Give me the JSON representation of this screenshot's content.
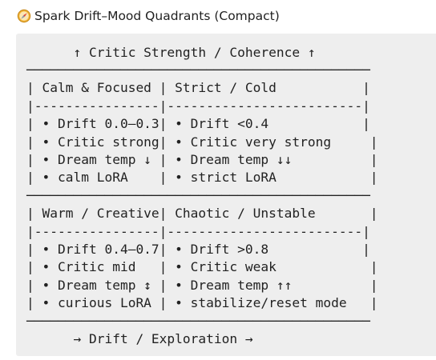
{
  "header": {
    "icon": "compass-icon",
    "title": "Spark Drift–Mood Quadrants (Compact)"
  },
  "diagram": {
    "lines": [
      "      ↑ Critic Strength / Coherence ↑",
      "────────────────────────────────────────────",
      "| Calm & Focused | Strict / Cold           |",
      "|----------------|-------------------------|",
      "| • Drift 0.0–0.3| • Drift <0.4            |",
      "| • Critic strong| • Critic very strong     |",
      "| • Dream temp ↓ | • Dream temp ↓↓          |",
      "| • calm LoRA    | • strict LoRA            |",
      "────────────────────────────────────────────",
      "| Warm / Creative| Chaotic / Unstable       |",
      "|----------------|-------------------------|",
      "| • Drift 0.4–0.7| • Drift >0.8            |",
      "| • Critic mid   | • Critic weak            |",
      "| • Dream temp ↕ | • Dream temp ↑↑          |",
      "| • curious LoRA | • stabilize/reset mode   |",
      "────────────────────────────────────────────",
      "      → Drift / Exploration →"
    ]
  }
}
